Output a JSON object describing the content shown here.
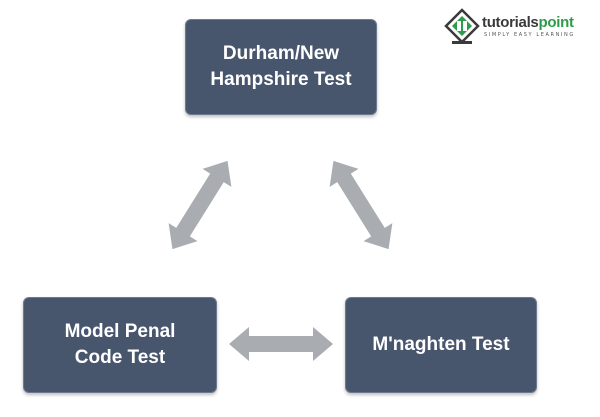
{
  "boxes": {
    "top": {
      "line1": "Durham/New",
      "line2": "Hampshire Test"
    },
    "left": {
      "line1": "Model Penal",
      "line2": "Code Test"
    },
    "right": {
      "line1": "M'naghten Test"
    }
  },
  "logo": {
    "brand_part1": "tutorials",
    "brand_part2": "point",
    "tagline": "SIMPLY EASY LEARNING"
  },
  "colors": {
    "box_fill": "#48566d",
    "arrow_fill": "#a9acb1",
    "brand_green": "#2e9b4a"
  }
}
